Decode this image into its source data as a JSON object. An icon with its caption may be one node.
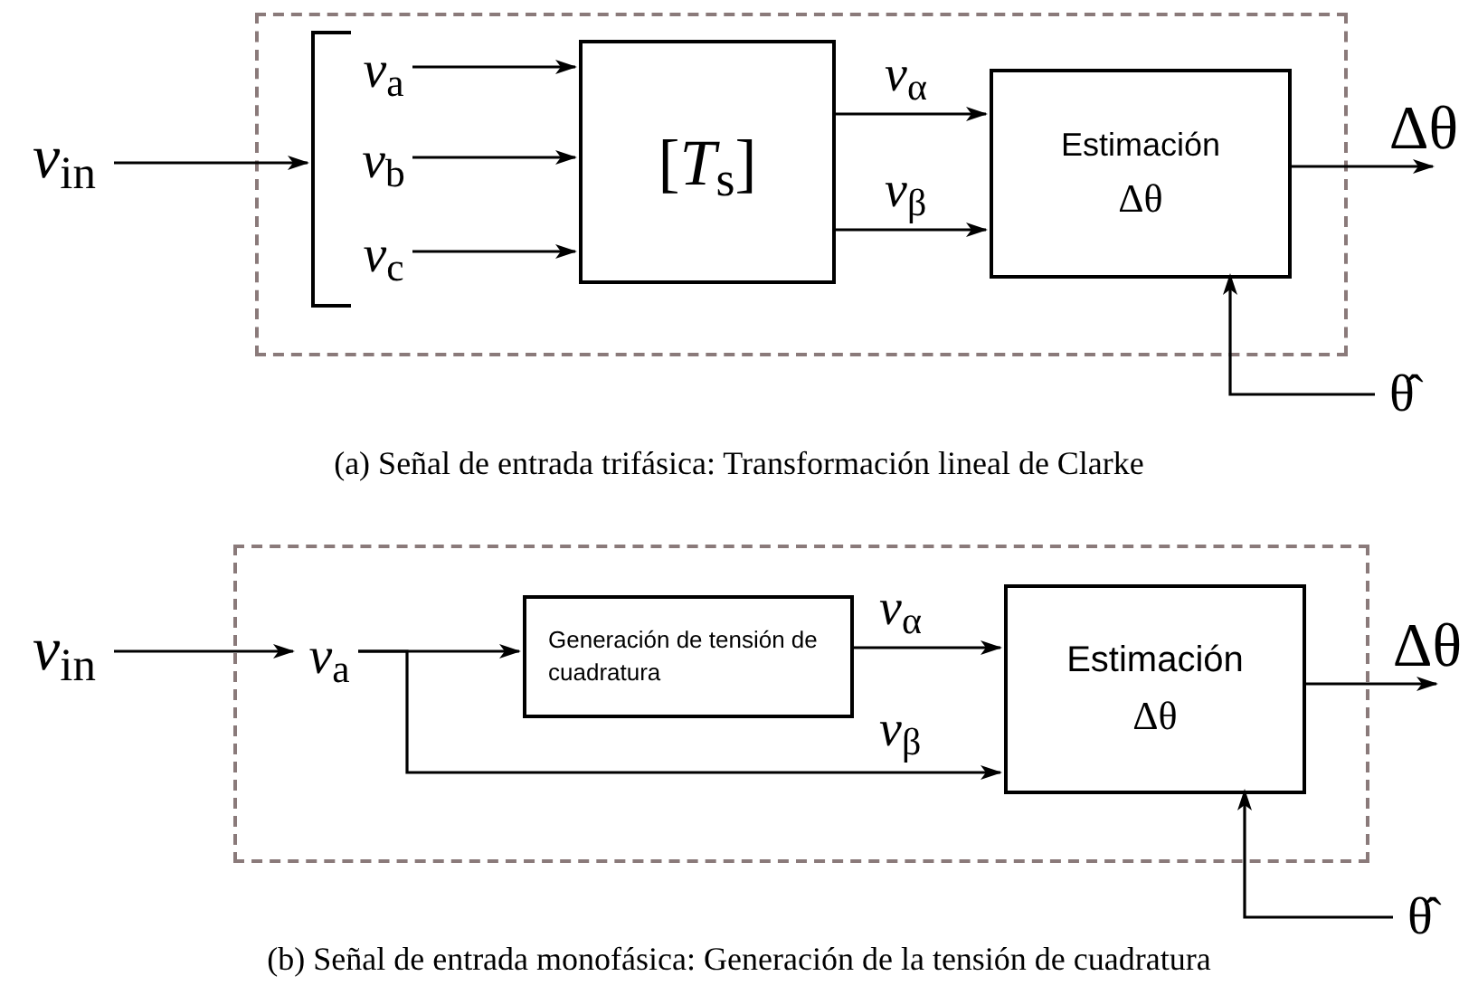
{
  "diagram": {
    "nodes": [
      {
        "text": [],
        "shape": "box"
      },
      {
        "text": [
          "*v*$_{in}$"
        ]
      },
      {
        "text": [],
        "shape": "bracket",
        "in": 0
      },
      {
        "text": [
          "*v*$_{a}$"
        ],
        "in": 0
      },
      {
        "text": [
          "*v*$_{b}$"
        ],
        "in": 0
      },
      {
        "text": [
          "*v*$_{c}$"
        ],
        "in": 0
      },
      {
        "text": [
          "[*T*$_{s}$]"
        ],
        "in": 0
      },
      {
        "text": [
          "Estimación",
          "Δθ"
        ],
        "in": 0
      },
      {
        "text": [
          "Δθ"
        ]
      },
      {
        "text": [
          "θ̂"
        ]
      },
      {
        "text": [],
        "shape": "box"
      },
      {
        "text": [
          "*v*$_{in}$"
        ]
      },
      {
        "text": [
          "*v*$_{a}$"
        ],
        "in": 10
      },
      {
        "text": [
          "Generación de tensión de cuadratura"
        ],
        "in": 10
      },
      {
        "text": [
          "Estimación",
          "Δθ"
        ],
        "in": 10
      },
      {
        "text": [
          "Δθ"
        ]
      },
      {
        "text": [
          "θ̂"
        ]
      }
    ],
    "edges": [
      {
        "from": 1,
        "to": 2,
        "arrow": "to"
      },
      {
        "from": 3,
        "to": 6,
        "arrow": "to"
      },
      {
        "from": 4,
        "to": 6,
        "arrow": "to"
      },
      {
        "from": 5,
        "to": 6,
        "arrow": "to"
      },
      {
        "from": 6,
        "to": 7,
        "arrow": "to",
        "label": "*v*$_{α}$"
      },
      {
        "from": 6,
        "to": 7,
        "arrow": "to",
        "label": "*v*$_{β}$"
      },
      {
        "from": 7,
        "to": 8,
        "arrow": "to"
      },
      {
        "from": 9,
        "to": 7,
        "arrow": "to"
      },
      {
        "from": 11,
        "to": 12,
        "arrow": "to"
      },
      {
        "from": 12,
        "to": 13,
        "arrow": "to"
      },
      {
        "from": 13,
        "to": 14,
        "arrow": "to",
        "label": "*v*$_{α}$"
      },
      {
        "from": 12,
        "to": 14,
        "arrow": "to",
        "label": "*v*$_{β}$"
      },
      {
        "from": 14,
        "to": 15,
        "arrow": "to"
      },
      {
        "from": 16,
        "to": 14,
        "arrow": "to"
      }
    ],
    "labels": [
      "(a) Señal de entrada trifásica: Transformación lineal de Clarke",
      "(b) Señal de entrada monofásica: Generación de la tensión de cuadratura"
    ]
  }
}
